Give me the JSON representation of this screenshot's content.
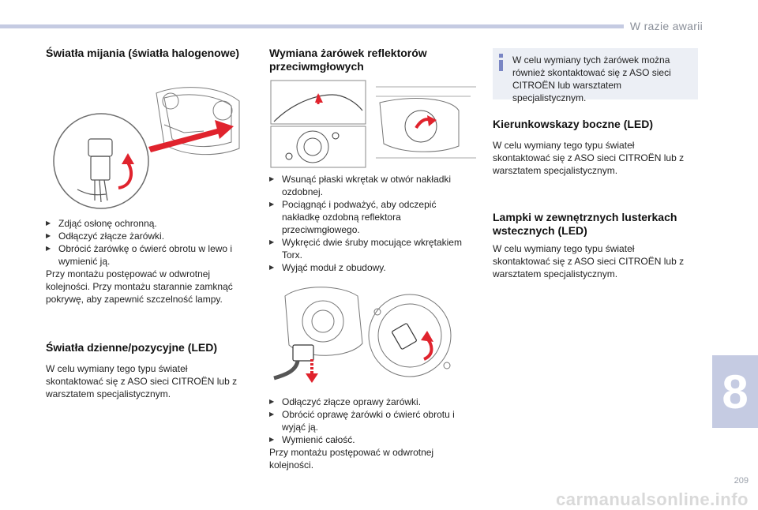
{
  "header": {
    "section_title": "W razie awarii"
  },
  "chapter": {
    "number": "8"
  },
  "footer": {
    "page_number": "209",
    "watermark": "carmanualsonline.info"
  },
  "col1": {
    "heading1": "Światła mijania (światła halogenowe)",
    "steps": [
      "Zdjąć osłonę ochronną.",
      "Odłączyć złącze żarówki.",
      "Obrócić żarówkę o ćwierć obrotu w lewo i wymienić ją."
    ],
    "assembly_note": "Przy montażu postępować w odwrotnej kolejności. Przy montażu starannie zamknąć pokrywę, aby zapewnić szczelność lampy.",
    "heading2": "Światła dzienne/pozycyjne (LED)",
    "paragraph2": "W celu wymiany tego typu świateł skontaktować się z ASO sieci CITROËN lub z warsztatem specjalistycznym."
  },
  "col2": {
    "heading": "Wymiana żarówek reflektorów przeciwmgłowych",
    "steps1": [
      "Wsunąć płaski wkrętak w otwór nakładki ozdobnej.",
      "Pociągnąć i podważyć, aby odczepić nakładkę ozdobną reflektora przeciwmgłowego.",
      "Wykręcić dwie śruby mocujące wkrętakiem Torx.",
      "Wyjąć moduł z obudowy."
    ],
    "steps2": [
      "Odłączyć złącze oprawy żarówki.",
      "Obrócić oprawę żarówki o ćwierć obrotu i wyjąć ją.",
      "Wymienić całość."
    ],
    "assembly_note": "Przy montażu postępować w odwrotnej kolejności."
  },
  "col3": {
    "info_text": "W celu wymiany tych żarówek można również skontaktować się z ASO sieci CITROËN lub warsztatem specjalistycznym.",
    "heading1": "Kierunkowskazy boczne (LED)",
    "paragraph1": "W celu wymiany tego typu świateł skontaktować się z ASO sieci CITROËN lub z warsztatem specjalistycznym.",
    "heading2": "Lampki w zewnętrznych lusterkach wstecznych (LED)",
    "paragraph2": "W celu wymiany tego typu świateł skontaktować się z ASO sieci CITROËN lub z warsztatem specjalistycznym."
  },
  "colors": {
    "accent": "#c5cbe2",
    "arrow_red": "#e0232d",
    "info_bg": "#eceff5",
    "info_icon": "#7a86c4"
  }
}
